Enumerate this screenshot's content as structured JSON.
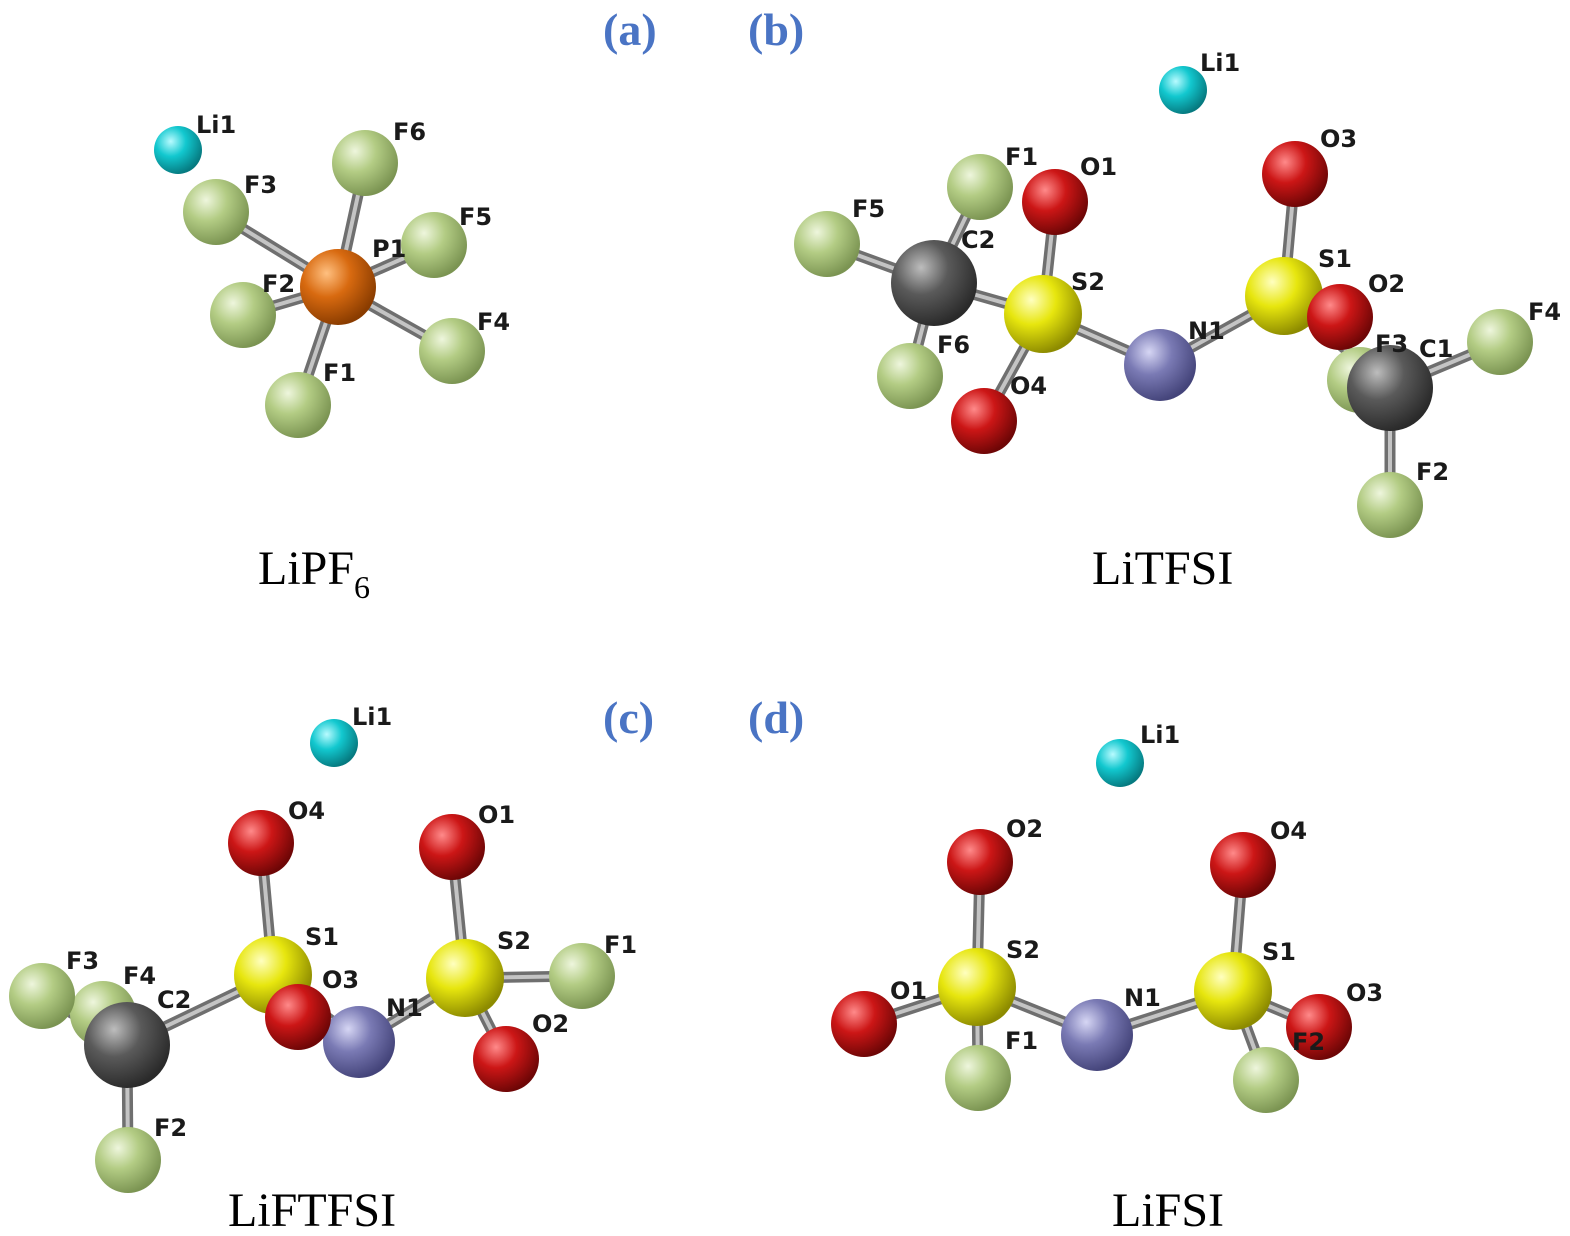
{
  "colors": {
    "Li": "#12c8cf",
    "F": "#b3cc84",
    "P": "#d86a10",
    "O": "#cc1616",
    "S": "#e7e60e",
    "C": "#5a5a5a",
    "N": "#7a7ab4",
    "bond": "#8a8a8a",
    "panel_label": "#4a74c4"
  },
  "panels": [
    {
      "id": "a",
      "label": "(a)",
      "name": "LiPF",
      "subscript": "6",
      "atoms": [
        {
          "id": "Li1",
          "el": "Li",
          "label": "Li1"
        },
        {
          "id": "F6",
          "el": "F",
          "label": "F6"
        },
        {
          "id": "F3",
          "el": "F",
          "label": "F3"
        },
        {
          "id": "F5",
          "el": "F",
          "label": "F5"
        },
        {
          "id": "F2",
          "el": "F",
          "label": "F2"
        },
        {
          "id": "P1",
          "el": "P",
          "label": "P1"
        },
        {
          "id": "F4",
          "el": "F",
          "label": "F4"
        },
        {
          "id": "F1",
          "el": "F",
          "label": "F1"
        }
      ],
      "bonds": [
        [
          "P1",
          "F6"
        ],
        [
          "P1",
          "F3"
        ],
        [
          "P1",
          "F5"
        ],
        [
          "P1",
          "F2"
        ],
        [
          "P1",
          "F4"
        ],
        [
          "P1",
          "F1"
        ]
      ]
    },
    {
      "id": "b",
      "label": "(b)",
      "name": "LiTFSI",
      "subscript": "",
      "atoms": [
        {
          "id": "Li1",
          "el": "Li",
          "label": "Li1"
        },
        {
          "id": "O3",
          "el": "O",
          "label": "O3"
        },
        {
          "id": "F1",
          "el": "F",
          "label": "F1"
        },
        {
          "id": "O1",
          "el": "O",
          "label": "O1"
        },
        {
          "id": "F5",
          "el": "F",
          "label": "F5"
        },
        {
          "id": "C2",
          "el": "C",
          "label": "C2"
        },
        {
          "id": "S2",
          "el": "S",
          "label": "S2"
        },
        {
          "id": "S1",
          "el": "S",
          "label": "S1"
        },
        {
          "id": "F4",
          "el": "F",
          "label": "F4"
        },
        {
          "id": "F6",
          "el": "F",
          "label": "F6"
        },
        {
          "id": "N1",
          "el": "N",
          "label": "N1"
        },
        {
          "id": "F3",
          "el": "F",
          "label": "F3"
        },
        {
          "id": "C1",
          "el": "C",
          "label": "C1"
        },
        {
          "id": "O2",
          "el": "O",
          "label": "O2"
        },
        {
          "id": "O4",
          "el": "O",
          "label": "O4"
        },
        {
          "id": "F2",
          "el": "F",
          "label": "F2"
        }
      ],
      "bonds": [
        [
          "C2",
          "F5"
        ],
        [
          "C2",
          "F1"
        ],
        [
          "C2",
          "F6"
        ],
        [
          "C2",
          "S2"
        ],
        [
          "S2",
          "O1"
        ],
        [
          "S2",
          "O4"
        ],
        [
          "S2",
          "N1"
        ],
        [
          "N1",
          "S1"
        ],
        [
          "S1",
          "O3"
        ],
        [
          "S1",
          "O2"
        ],
        [
          "S1",
          "C1"
        ],
        [
          "C1",
          "F3"
        ],
        [
          "C1",
          "F4"
        ],
        [
          "C1",
          "F2"
        ]
      ]
    },
    {
      "id": "c",
      "label": "(c)",
      "name": "LiFTFSI",
      "subscript": "",
      "atoms": [
        {
          "id": "Li1",
          "el": "Li",
          "label": "Li1"
        },
        {
          "id": "O4",
          "el": "O",
          "label": "O4"
        },
        {
          "id": "O1",
          "el": "O",
          "label": "O1"
        },
        {
          "id": "F3",
          "el": "F",
          "label": "F3"
        },
        {
          "id": "F4",
          "el": "F",
          "label": "F4"
        },
        {
          "id": "S1",
          "el": "S",
          "label": "S1"
        },
        {
          "id": "S2",
          "el": "S",
          "label": "S2"
        },
        {
          "id": "F1",
          "el": "F",
          "label": "F1"
        },
        {
          "id": "C2",
          "el": "C",
          "label": "C2"
        },
        {
          "id": "O3",
          "el": "O",
          "label": "O3"
        },
        {
          "id": "N1",
          "el": "N",
          "label": "N1"
        },
        {
          "id": "O2",
          "el": "O",
          "label": "O2"
        },
        {
          "id": "F2",
          "el": "F",
          "label": "F2"
        }
      ],
      "bonds": [
        [
          "C2",
          "F3"
        ],
        [
          "C2",
          "F4"
        ],
        [
          "C2",
          "F2"
        ],
        [
          "C2",
          "S1"
        ],
        [
          "S1",
          "O4"
        ],
        [
          "S1",
          "O3"
        ],
        [
          "S1",
          "N1"
        ],
        [
          "N1",
          "S2"
        ],
        [
          "S2",
          "O1"
        ],
        [
          "S2",
          "F1"
        ],
        [
          "S2",
          "O2"
        ]
      ]
    },
    {
      "id": "d",
      "label": "(d)",
      "name": "LiFSI",
      "subscript": "",
      "atoms": [
        {
          "id": "Li1",
          "el": "Li",
          "label": "Li1"
        },
        {
          "id": "O2",
          "el": "O",
          "label": "O2"
        },
        {
          "id": "O4",
          "el": "O",
          "label": "O4"
        },
        {
          "id": "S2",
          "el": "S",
          "label": "S2"
        },
        {
          "id": "S1",
          "el": "S",
          "label": "S1"
        },
        {
          "id": "O1",
          "el": "O",
          "label": "O1"
        },
        {
          "id": "N1",
          "el": "N",
          "label": "N1"
        },
        {
          "id": "O3",
          "el": "O",
          "label": "O3"
        },
        {
          "id": "F1",
          "el": "F",
          "label": "F1"
        },
        {
          "id": "F2",
          "el": "F",
          "label": "F2"
        }
      ],
      "bonds": [
        [
          "S2",
          "O2"
        ],
        [
          "S2",
          "O1"
        ],
        [
          "S2",
          "F1"
        ],
        [
          "S2",
          "N1"
        ],
        [
          "N1",
          "S1"
        ],
        [
          "S1",
          "O4"
        ],
        [
          "S1",
          "O3"
        ],
        [
          "S1",
          "F2"
        ]
      ]
    }
  ]
}
